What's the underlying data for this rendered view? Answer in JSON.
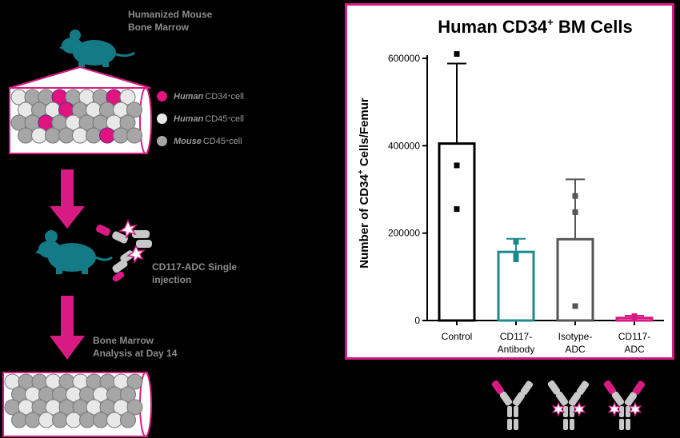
{
  "diagram": {
    "top_label_line1": "Humanized Mouse",
    "top_label_line2": "Bone Marrow",
    "legend": [
      {
        "prefix": "Human",
        "marker": "CD34",
        "sup": "+",
        "suffix": " cell",
        "color": "#e0137f"
      },
      {
        "prefix": "Human",
        "marker": "CD45",
        "sup": "+",
        "suffix": " cell",
        "color": "#e8e8e8"
      },
      {
        "prefix": "Mouse",
        "marker": "CD45",
        "sup": "+",
        "suffix": " cell",
        "color": "#a6a6a6"
      }
    ],
    "injection_label_line1": "CD117-ADC Single",
    "injection_label_line2": "injection",
    "analysis_label_line1": "Bone Marrow",
    "analysis_label_line2": "Analysis at Day 14"
  },
  "chart_data": {
    "type": "bar",
    "title": "Human CD34",
    "title_sup": "+",
    "title_suffix": " BM Cells",
    "ylabel": "Number of CD34",
    "ylabel_sup": "+",
    "ylabel_suffix": " Cells/Femur",
    "ylim": [
      0,
      600000
    ],
    "yticks": [
      0,
      200000,
      400000,
      600000
    ],
    "ytick_labels": [
      "0",
      "200000",
      "400000",
      "600000"
    ],
    "categories": [
      {
        "line1": "Control",
        "line2": ""
      },
      {
        "line1": "CD117-",
        "line2": "Antibody"
      },
      {
        "line1": "Isotype-",
        "line2": "ADC"
      },
      {
        "line1": "CD117-",
        "line2": "ADC"
      }
    ],
    "values": [
      405000,
      157000,
      186000,
      6000
    ],
    "errors": [
      183000,
      30000,
      137000,
      5000
    ],
    "colors": [
      "#000000",
      "#1b8a8c",
      "#555555",
      "#d81b83"
    ],
    "points": [
      [
        610000,
        355000,
        255000
      ],
      [
        180000,
        150000,
        140000
      ],
      [
        285000,
        248000,
        33000
      ],
      [
        10000,
        7000,
        4000
      ]
    ],
    "legend": "none",
    "grid": false
  }
}
